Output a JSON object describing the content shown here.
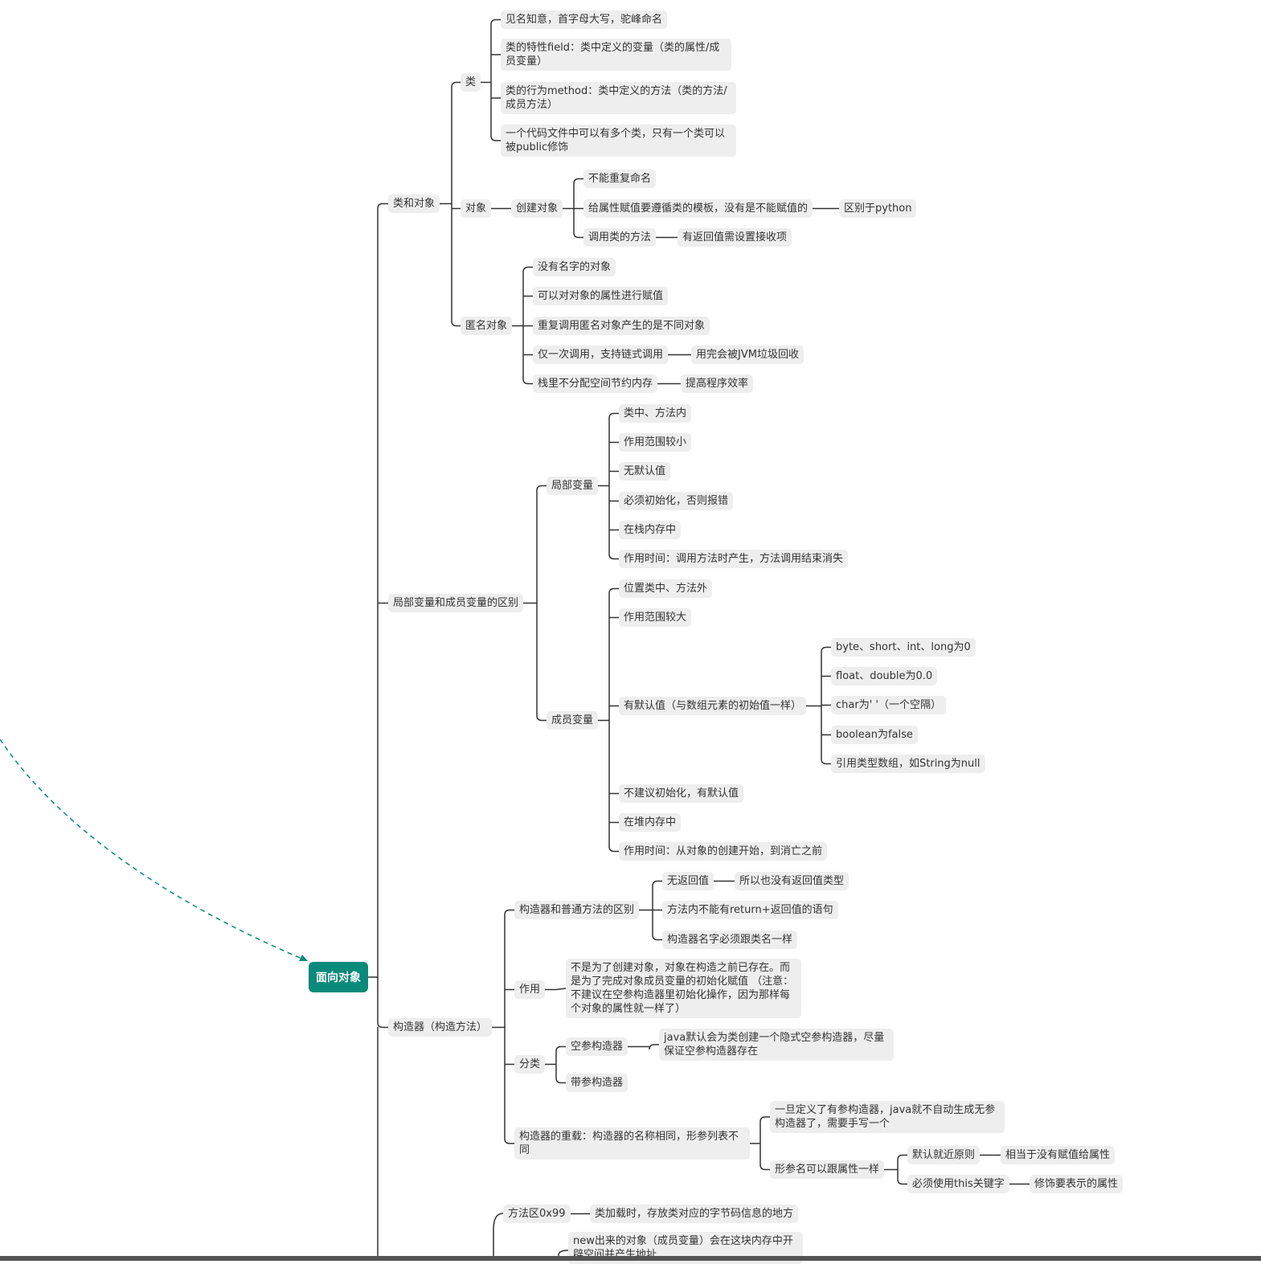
{
  "root": "面向对象",
  "n": {
    "c1": "类和对象",
    "c2": "局部变量和成员变量的区别",
    "c3": "构造器（构造方法）",
    "lei": "类",
    "lei1": "见名知意，首字母大写，驼峰命名",
    "lei2": "类的特性field：类中定义的变量（类的属性/成员变量）",
    "lei3": "类的行为method：类中定义的方法（类的方法/成员方法）",
    "lei4": "一个代码文件中可以有多个类，只有一个类可以被public修饰",
    "dx": "对象",
    "cj": "创建对象",
    "cj1": "不能重复命名",
    "cj2": "给属性赋值要遵循类的模板，没有是不能赋值的",
    "cj2a": "区别于python",
    "cj3": "调用类的方法",
    "cj3a": "有返回值需设置接收项",
    "nm": "匿名对象",
    "nm1": "没有名字的对象",
    "nm2": "可以对对象的属性进行赋值",
    "nm3": "重复调用匿名对象产生的是不同对象",
    "nm4": "仅一次调用，支持链式调用",
    "nm4a": "用完会被JVM垃圾回收",
    "nm5": "栈里不分配空间节约内存",
    "nm5a": "提高程序效率",
    "jb": "局部变量",
    "jb1": "类中、方法内",
    "jb2": "作用范围较小",
    "jb3": "无默认值",
    "jb4": "必须初始化，否则报错",
    "jb5": "在栈内存中",
    "jb6": "作用时间：调用方法时产生，方法调用结束消失",
    "cy": "成员变量",
    "cy1": "位置类中、方法外",
    "cy2": "作用范围较大",
    "cy3": "有默认值（与数组元素的初始值一样）",
    "cy3a": "byte、short、int、long为0",
    "cy3b": "float、double为0.0",
    "cy3c": "char为' '（一个空隔）",
    "cy3d": "boolean为false",
    "cy3e": "引用类型数组，如String为null",
    "cy4": "不建议初始化，有默认值",
    "cy5": "在堆内存中",
    "cy6": "作用时间：从对象的创建开始，到消亡之前",
    "gq": "构造器和普通方法的区别",
    "gq1": "无返回值",
    "gq1a": "所以也没有返回值类型",
    "gq2": "方法内不能有return+返回值的语句",
    "gq3": "构造器名字必须跟类名一样",
    "zy": "作用",
    "zy1": "不是为了创建对象，对象在构造之前已存在。而是为了完成对象成员变量的初始化赋值 （注意：不建议在空参构造器里初始化操作，因为那样每个对象的属性就一样了）",
    "fl": "分类",
    "fl1": "空参构造器",
    "fl1a": "java默认会为类创建一个隐式空参构造器，尽量保证空参构造器存在",
    "fl2": "带参构造器",
    "cz": "构造器的重载：构造器的名称相同，形参列表不同",
    "cz1": "一旦定义了有参构造器，java就不自动生成无参构造器了，需要手写一个",
    "cz2": "形参名可以跟属性一样",
    "cz2a": "默认就近原则",
    "cz2a1": "相当于没有赋值给属性",
    "cz2b": "必须使用this关键字",
    "cz2b1": "修饰要表示的属性",
    "ff": "方法区0x99",
    "ff1": "类加载时，存放类对应的字节码信息的地方",
    "nw": "new出来的对象（成员变量）会在这块内存中开辟空间并产生地址"
  },
  "colors": {
    "accent": "#0a8a7a",
    "node_bg": "#eeeeee",
    "line": "#333333"
  }
}
